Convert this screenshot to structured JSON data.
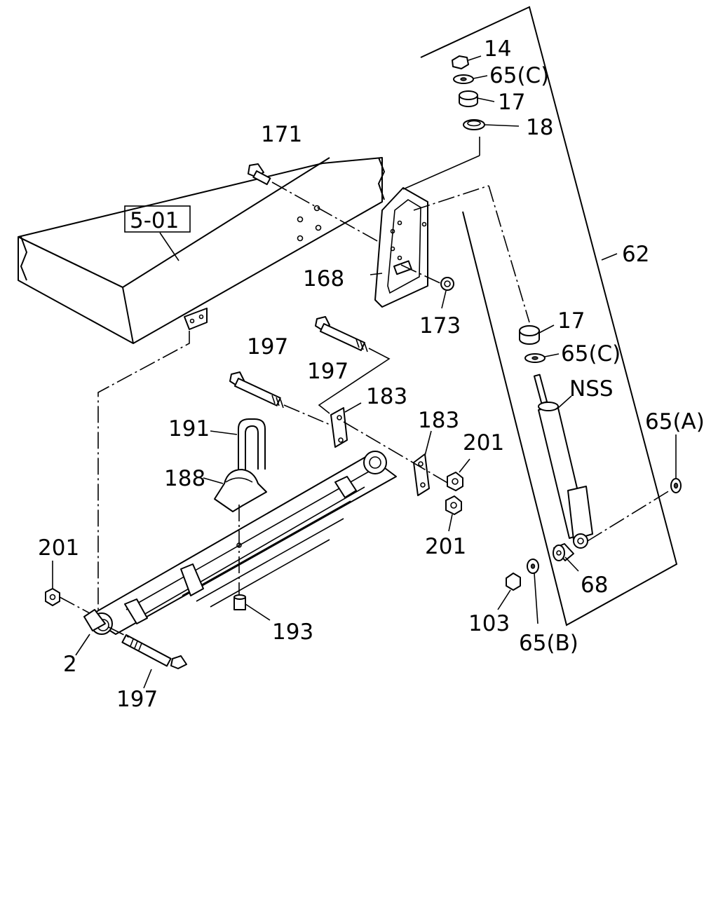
{
  "labels": {
    "p14": "14",
    "p65c_top": "65(C)",
    "p17_top": "17",
    "p18": "18",
    "p171": "171",
    "p5_01": "5-01",
    "p62": "62",
    "p168": "168",
    "p173": "173",
    "p17_mid": "17",
    "p65c_mid": "65(C)",
    "p197_a": "197",
    "p197_b": "197",
    "p183_a": "183",
    "p183_b": "183",
    "pNSS": "NSS",
    "p65a": "65(A)",
    "p191": "191",
    "p201_r1": "201",
    "p188": "188",
    "p201_l": "201",
    "p201_r2": "201",
    "p68": "68",
    "p193": "193",
    "p2": "2",
    "p103": "103",
    "p65b": "65(B)",
    "p197_c": "197"
  }
}
